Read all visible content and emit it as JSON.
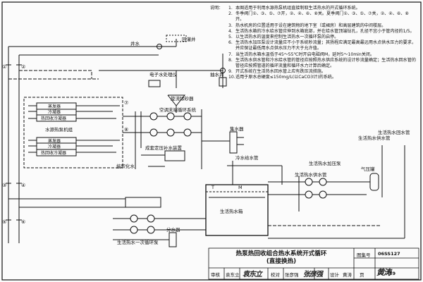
{
  "notes": {
    "heading": "说明：",
    "items": [
      {
        "num": "1.",
        "text": "本图适用于利用水源热泵机组直接制取生活热水的开式循环系统。"
      },
      {
        "num": "2.",
        "text": "冬季阀门①、③、⑤、⑦开，②、④、⑥、⑧关。夏季阀门①、③、⑤、⑦关，②、④、⑥、⑧开。"
      },
      {
        "num": "3.",
        "text": "热水机房的位置适用于设在建筑物的地下室（或裙房）和高层建筑的中间楼层。"
      },
      {
        "num": "4.",
        "text": "生活热水箱的冷水给水管应伸到水箱底部，并在给水管顶端钻孔，孔径不宜小于管内径的1/5。"
      },
      {
        "num": "5.",
        "text": "以生活热水的温度来控制生活热水一次循环泵的启停。"
      },
      {
        "num": "6.",
        "text": "生活热水加压泵设计流量应不小于系统秒流量；其扬程应满足最高最远用水点供水压力的要求，并应保证最低用水点供水压力不大于允许值。"
      },
      {
        "num": "7.",
        "text": "当生活热水箱水温低于45～55℃时开启电磁阀M，延时5～10min关闭。"
      },
      {
        "num": "8.",
        "text": "生活热水供水管和冷水给水管的管径应按照热水供应系统的设计秒流量确定；生活热水回水管的管径应按照管道的循环流量和循环水力计算后确定。"
      },
      {
        "num": "9.",
        "text": "开式系统在生活热水回水管上应有跌压流措施。"
      },
      {
        "num": "10.",
        "text": "适用于原水总硬度≤150mg/L(以CaCO3计)的系统。"
      }
    ]
  },
  "labels": {
    "well_water": "井水",
    "recharge_well": "回灌井",
    "electronic_water_treatment": "电子水处理仪",
    "dosing_pump": "抽水井",
    "cyclone_sand_separator": "旋流除砂器",
    "evaporator_top": "蒸发器",
    "condenser_top": "冷凝器",
    "heat_recovery_top": "热回收冷凝器",
    "unit_name": "水源热泵机组",
    "evaporator_bottom": "蒸发器",
    "condenser_bottom": "冷凝器",
    "heat_recovery_bottom": "热回收冷凝器",
    "ac_end_circuit": "空调末端循环系统",
    "softened_water": "接软化水",
    "pressure_makeup": "成套定压补水装置",
    "collector_top": "集水器",
    "cold_water_pipe": "冷水给水管",
    "mixer_top": "生活热水供水管",
    "dhw_return": "生活热水回水管",
    "dhw_booster_pump": "生活热水加压泵",
    "dhw_supply_pipe": "生活热水供水管",
    "pressure_tank": "气压罐",
    "dhw_tank": "生活热水箱",
    "primary_loop_pump": "生活热水一次循环泵",
    "distributor": "分水器",
    "valve_m": "M",
    "thermometer": "T"
  },
  "valve_numbers": [
    "①",
    "②",
    "③",
    "④",
    "⑤",
    "⑥",
    "⑦",
    "⑧"
  ],
  "title_block": {
    "title_line1": "热泵热回收组合热水系统开式循环",
    "title_line2": "(直接换热)",
    "atlas_label": "图集号",
    "atlas_no": "06SS127",
    "page_label": "页",
    "page_no": "39",
    "review_label": "审核",
    "reviewer": "袁东立",
    "reviewer_sign": "袁东立",
    "check_label": "校对",
    "checker": "张彦强",
    "checker_sign": "张彦强",
    "design_label": "设计",
    "designer": "黄涛",
    "designer_sign": "黄涛"
  }
}
